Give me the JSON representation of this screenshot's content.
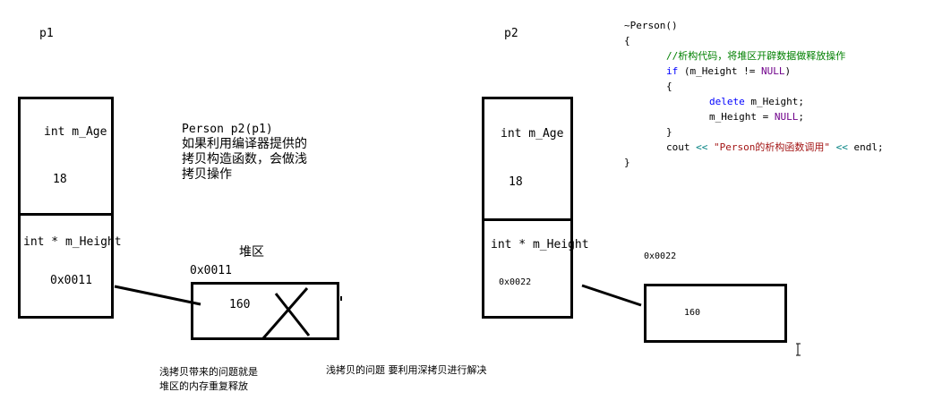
{
  "labels": {
    "p1": "p1",
    "p2": "p2",
    "heap": "堆区",
    "addr_p1_heap": "0x0011",
    "addr_p2_heap": "0x0022"
  },
  "p1": {
    "field_age": "int m_Age",
    "age_value": "18",
    "field_height": "int * m_Height",
    "height_value": "0x0011",
    "heap_value": "160"
  },
  "p2": {
    "field_age": "int  m_Age",
    "age_value": "18",
    "field_height": "int * m_Height",
    "height_value": "0x0022",
    "heap_value": "160"
  },
  "notes": {
    "copy_line1": "Person p2(p1)",
    "copy_line2": "如果利用编译器提供的",
    "copy_line3": "拷贝构造函数，会做浅",
    "copy_line4": "拷贝操作",
    "problem_line1": "浅拷贝带来的问题就是",
    "problem_line2": "堆区的内存重复释放",
    "solution": "浅拷贝的问题 要利用深拷贝进行解决"
  },
  "code": {
    "l1": "~Person()",
    "l2": "{",
    "l3": "//析构代码，将堆区开辟数据做释放操作",
    "l4_kw": "if",
    "l4_a": " (m_Height != ",
    "l4_null": "NULL",
    "l4_b": ")",
    "l5": "{",
    "l6_kw": "delete",
    "l6_rest": " m_Height;",
    "l7_a": "m_Height = ",
    "l7_null": "NULL",
    "l7_b": ";",
    "l8": "}",
    "l9_a": "cout ",
    "l9_op1": "<<",
    "l9_str": " \"Person的析构函数调用\" ",
    "l9_op2": "<<",
    "l9_b": " endl;",
    "l10": "}"
  },
  "colors": {
    "keyword": "#0000ff",
    "comment": "#008000",
    "string": "#a31515",
    "macro": "#6f008a",
    "operator": "#008080"
  }
}
